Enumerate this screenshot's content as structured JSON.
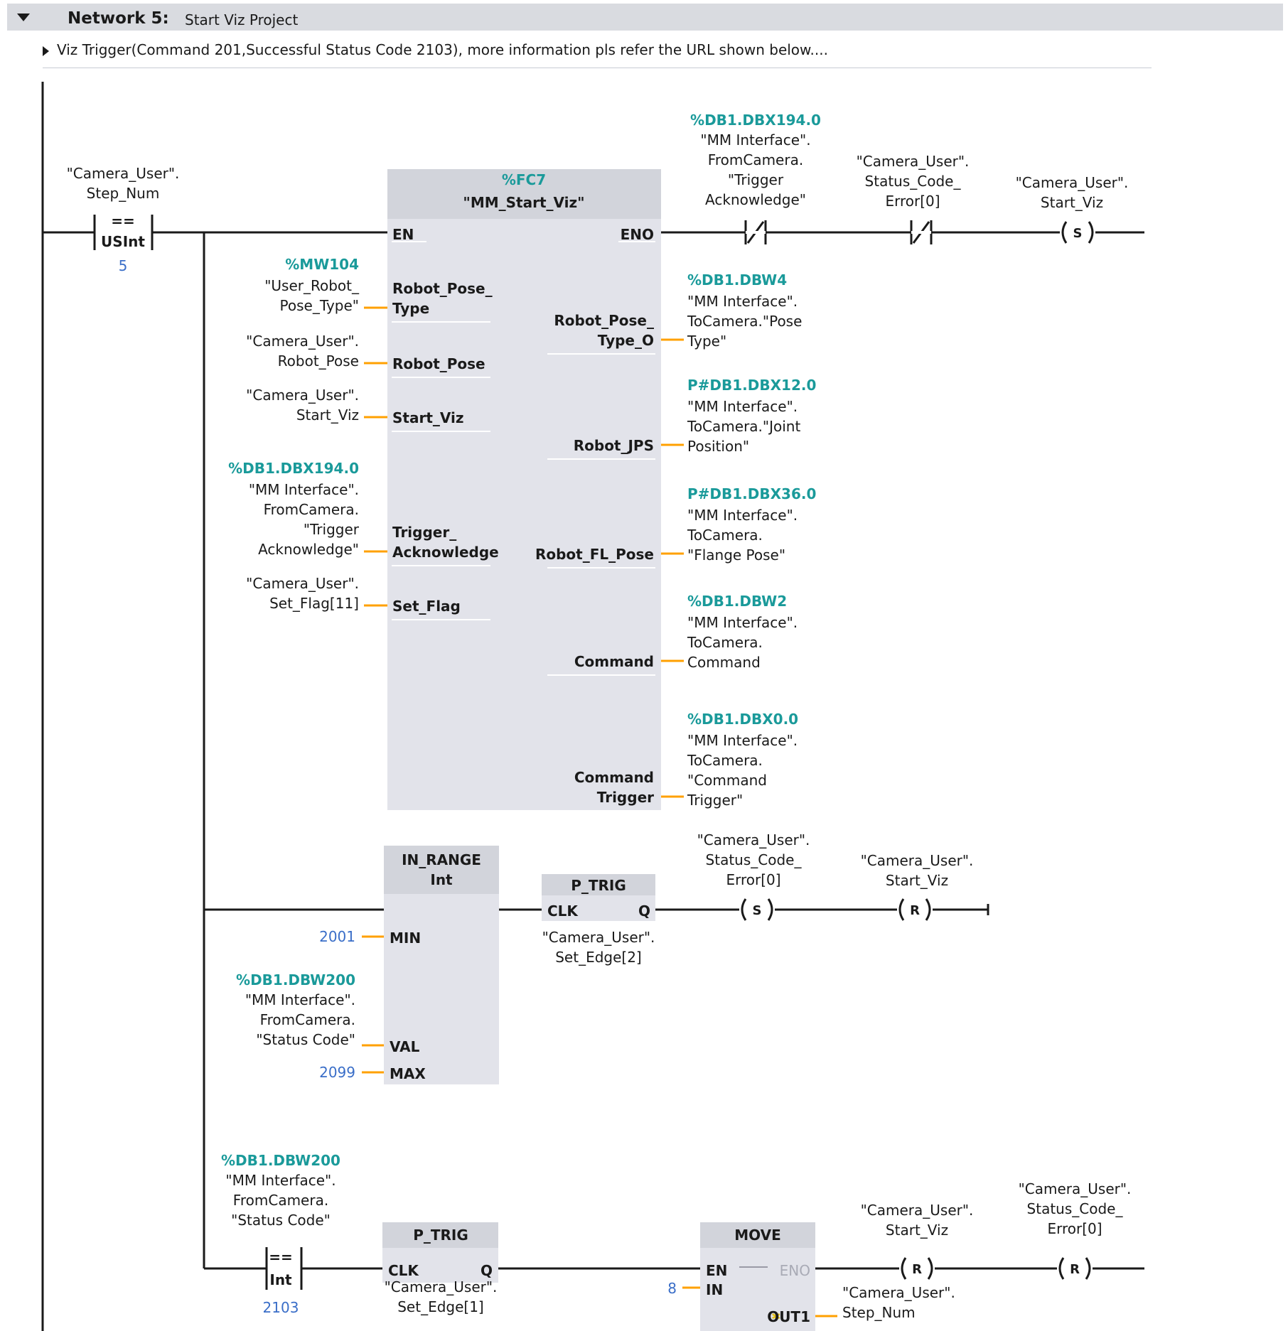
{
  "network": {
    "number_label": "Network 5:",
    "title": "Start Viz Project",
    "comment": "Viz Trigger(Command 201,Successful Status Code 2103), more information pls refer the URL shown below...."
  },
  "colors": {
    "address": "#1a9a9a",
    "wire": "#ffa000",
    "constant": "#3a6ec8",
    "box": "#e2e3ea",
    "box_header": "#d2d4db"
  },
  "rung1": {
    "cmp": {
      "operand": [
        "\"Camera_User\".",
        "Step_Num"
      ],
      "op": "==",
      "type": "USInt",
      "value": "5"
    },
    "fc": {
      "address": "%FC7",
      "name": "\"MM_Start_Viz\"",
      "en": "EN",
      "eno": "ENO",
      "inputs": [
        {
          "address": "%MW104",
          "operand": [
            "\"User_Robot_",
            "Pose_Type\""
          ],
          "pin": [
            "Robot_Pose_",
            "Type"
          ]
        },
        {
          "operand": [
            "\"Camera_User\".",
            "Robot_Pose"
          ],
          "pin": [
            "Robot_Pose"
          ]
        },
        {
          "operand": [
            "\"Camera_User\".",
            "Start_Viz"
          ],
          "pin": [
            "Start_Viz"
          ]
        },
        {
          "address": "%DB1.DBX194.0",
          "operand": [
            "\"MM Interface\".",
            "FromCamera.",
            "\"Trigger",
            "Acknowledge\""
          ],
          "pin": [
            "Trigger_",
            "Acknowledge"
          ]
        },
        {
          "operand": [
            "\"Camera_User\".",
            "Set_Flag[11]"
          ],
          "pin": [
            "Set_Flag"
          ]
        }
      ],
      "outputs": [
        {
          "pin": [
            "Robot_Pose_",
            "Type_O"
          ],
          "address": "%DB1.DBW4",
          "operand": [
            "\"MM Interface\".",
            "ToCamera.\"Pose",
            "Type\""
          ]
        },
        {
          "pin": [
            "Robot_JPS"
          ],
          "address": "P#DB1.DBX12.0",
          "operand": [
            "\"MM Interface\".",
            "ToCamera.\"Joint",
            "Position\""
          ]
        },
        {
          "pin": [
            "Robot_FL_Pose"
          ],
          "address": "P#DB1.DBX36.0",
          "operand": [
            "\"MM Interface\".",
            "ToCamera.",
            "\"Flange Pose\""
          ]
        },
        {
          "pin": [
            "Command"
          ],
          "address": "%DB1.DBW2",
          "operand": [
            "\"MM Interface\".",
            "ToCamera.",
            "Command"
          ]
        },
        {
          "pin": [
            "Command",
            "Trigger"
          ],
          "address": "%DB1.DBX0.0",
          "operand": [
            "\"MM Interface\".",
            "ToCamera.",
            "\"Command",
            "Trigger\""
          ]
        }
      ]
    },
    "nc1": {
      "address": "%DB1.DBX194.0",
      "operand": [
        "\"MM Interface\".",
        "FromCamera.",
        "\"Trigger",
        "Acknowledge\""
      ]
    },
    "nc2": {
      "operand": [
        "\"Camera_User\".",
        "Status_Code_",
        "Error[0]"
      ]
    },
    "coil": {
      "letter": "S",
      "operand": [
        "\"Camera_User\".",
        "Start_Viz"
      ]
    }
  },
  "rung2": {
    "in_range": {
      "name": "IN_RANGE",
      "type": "Int",
      "min_pin": "MIN",
      "val_pin": "VAL",
      "max_pin": "MAX",
      "min": "2001",
      "max": "2099",
      "val_address": "%DB1.DBW200",
      "val_operand": [
        "\"MM Interface\".",
        "FromCamera.",
        "\"Status Code\""
      ]
    },
    "ptrig": {
      "name": "P_TRIG",
      "clk": "CLK",
      "q": "Q",
      "operand": [
        "\"Camera_User\".",
        "Set_Edge[2]"
      ]
    },
    "coil_s": {
      "letter": "S",
      "operand": [
        "\"Camera_User\".",
        "Status_Code_",
        "Error[0]"
      ]
    },
    "coil_r": {
      "letter": "R",
      "operand": [
        "\"Camera_User\".",
        "Start_Viz"
      ]
    }
  },
  "rung3": {
    "cmp": {
      "address": "%DB1.DBW200",
      "operand": [
        "\"MM Interface\".",
        "FromCamera.",
        "\"Status Code\""
      ],
      "op": "==",
      "type": "Int",
      "value": "2103"
    },
    "ptrig": {
      "name": "P_TRIG",
      "clk": "CLK",
      "q": "Q",
      "operand": [
        "\"Camera_User\".",
        "Set_Edge[1]"
      ]
    },
    "move": {
      "name": "MOVE",
      "en": "EN",
      "eno": "ENO",
      "in": "IN",
      "out": "OUT1",
      "in_value": "8",
      "out_operand": [
        "\"Camera_User\".",
        "Step_Num"
      ]
    },
    "coil_r1": {
      "letter": "R",
      "operand": [
        "\"Camera_User\".",
        "Start_Viz"
      ]
    },
    "coil_r2": {
      "letter": "R",
      "operand": [
        "\"Camera_User\".",
        "Status_Code_",
        "Error[0]"
      ]
    }
  }
}
